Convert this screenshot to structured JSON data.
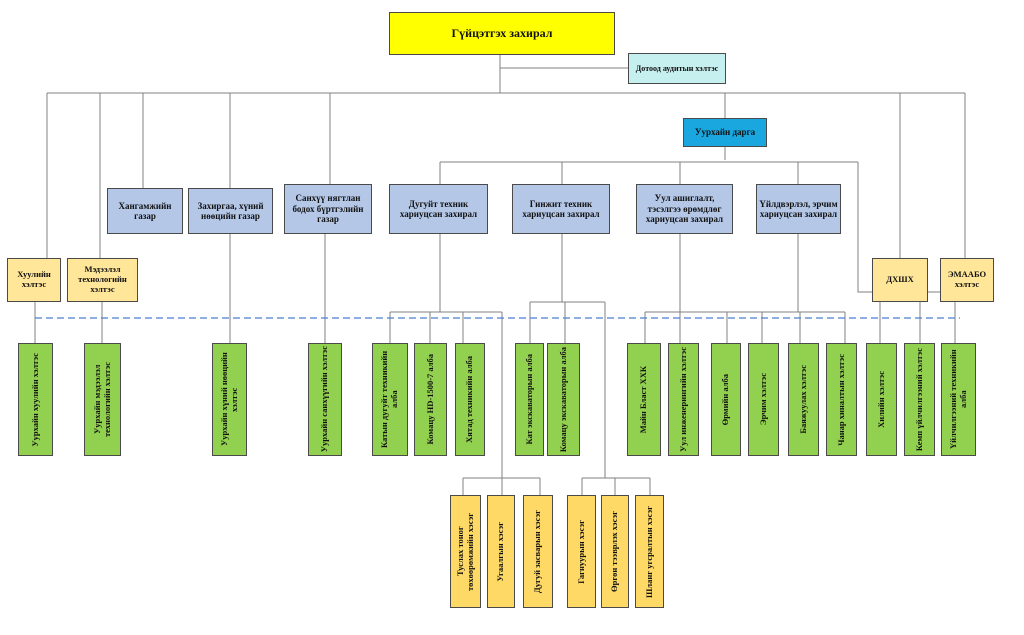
{
  "top": {
    "director": "Гүйцэтгэх захирал",
    "internal_audit": "Дотоод аудитын хэлтэс",
    "mine_head": "Уурхайн дарга"
  },
  "mid": {
    "supply": "Хангамжийн газар",
    "admin_hr": "Захиргаа, хүний нөөцийн газар",
    "finance": "Санхүү нягтлан бодох бүртгэлийн газар",
    "tire": "Дугуйт техник хариуцсан захирал",
    "tracked": "Гинжит техник хариуцсан захирал",
    "mining": "Уул ашиглалт, тэсэлгээ өрөмдлөг хариуцсан захирал",
    "production": "Үйлдвэрлэл, эрчим хариуцсан захирал",
    "legal": "Хуулийн хэлтэс",
    "it": "Мэдээлэл технологийн хэлтэс",
    "dkhshkh": "ДХШХ",
    "emaabo": "ЭМААБО хэлтэс"
  },
  "bottom": [
    "Уурхайн хуулийн хэлтэс",
    "Уурхайн мэдээлэл технологийн хэлтэс",
    "Уурхайн хүний нөөцийн хэлтэс",
    "Уурхайн санхүүгийн хэлтэс",
    "Катын дугуйт техникийн алба",
    "Комацу HD-1500-7 алба",
    "Хятад техникийн алба",
    "Кат экскаваторын алба",
    "Комацу экскаваторын алба",
    "Майн Бласт ХХК",
    "Уул инженерингийн хэлтэс",
    "Өрмийн алба",
    "Эрчим хэлтэс",
    "Баяжуулах хэлтэс",
    "Чанар хиналтын хэлтэс",
    "Хилийн хэлтэс",
    "Кемп үйлчилгээний хэлтэс",
    "Үйлчилгээний техникийн алба"
  ],
  "sub_tire": [
    "Туслах тоног төхөөрөмжийн хэсэг",
    "Угаалгын хэсэг",
    "Дугуй засварын хэсэг"
  ],
  "sub_tracked": [
    "Гагнуурын хэсэг",
    "Өргөн тээврлэх хэсэг",
    "Шланг угсралтын хэсэг"
  ],
  "colors": {
    "director": "#ffff00",
    "audit": "#c6efef",
    "mine_head": "#1aa7e0",
    "directorate": "#b4c7e7",
    "support_dept": "#ffe699",
    "unit": "#92d050",
    "section": "#ffd966",
    "line": "#808080",
    "dashed": "#4a7fd4"
  }
}
